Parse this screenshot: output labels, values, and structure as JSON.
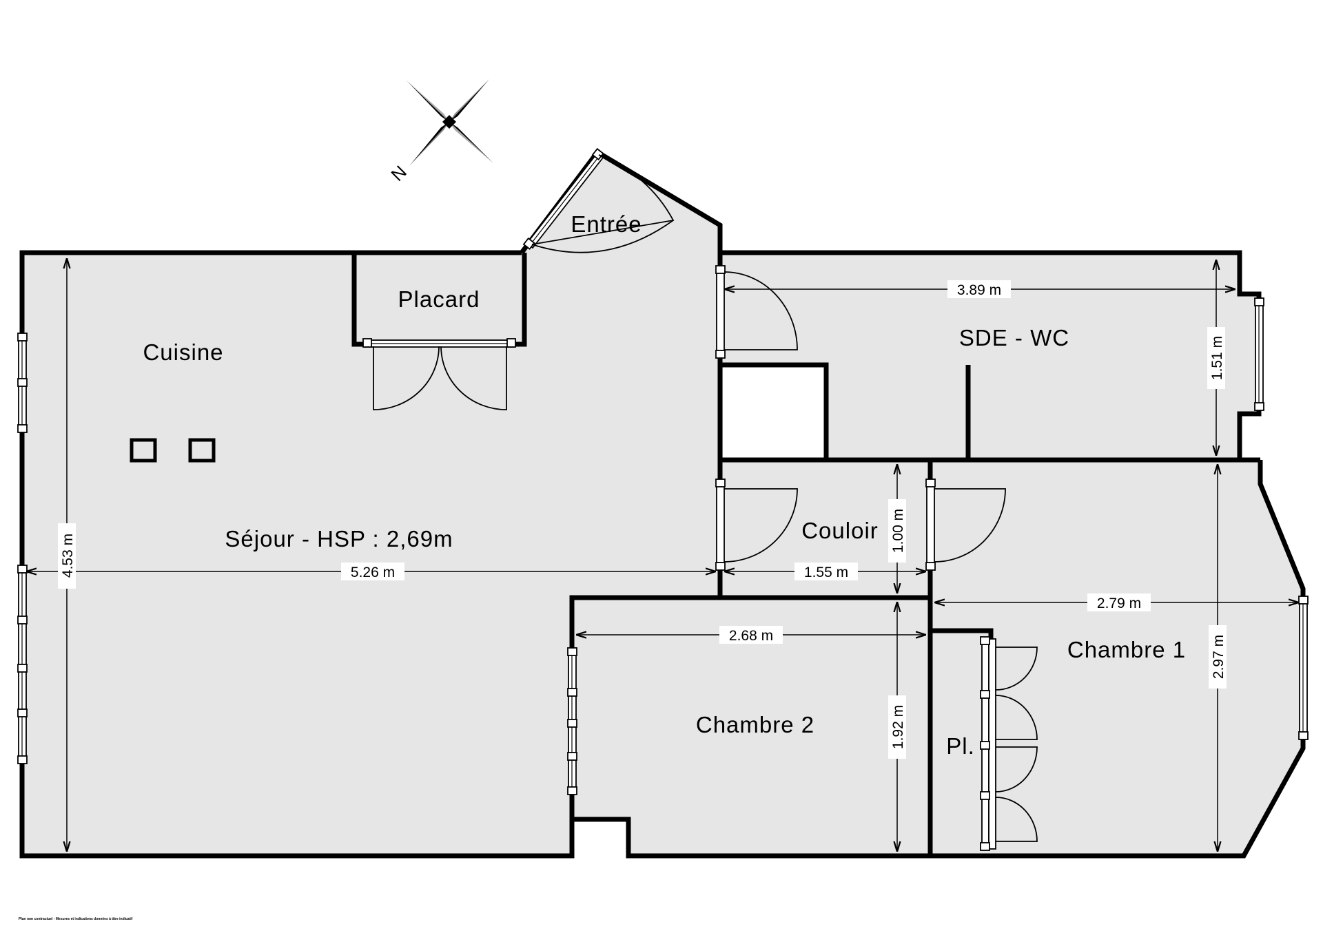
{
  "rooms": {
    "entree": "Entrée",
    "placard": "Placard",
    "cuisine": "Cuisine",
    "sejour": "Séjour - HSP : 2,69m",
    "sde_wc": "SDE - WC",
    "couloir": "Couloir",
    "chambre1": "Chambre 1",
    "chambre2": "Chambre 2",
    "placard_small": "Pl."
  },
  "dimensions": {
    "sde_width": "3.89 m",
    "sde_height": "1.51 m",
    "sejour_height": "4.53 m",
    "sejour_width": "5.26 m",
    "couloir_width": "1.55 m",
    "couloir_height": "1.00 m",
    "chambre1_width": "2.79 m",
    "chambre1_height": "2.97 m",
    "chambre2_width": "2.68 m",
    "chambre2_height": "1.92 m"
  },
  "compass": {
    "north_letter": "N"
  },
  "footer": {
    "disclaimer": "Plan non contractuel - Mesures et indications données à titre indicatif"
  },
  "colors": {
    "floor": "#e6e6e6",
    "wall": "#000000",
    "background": "#ffffff"
  }
}
